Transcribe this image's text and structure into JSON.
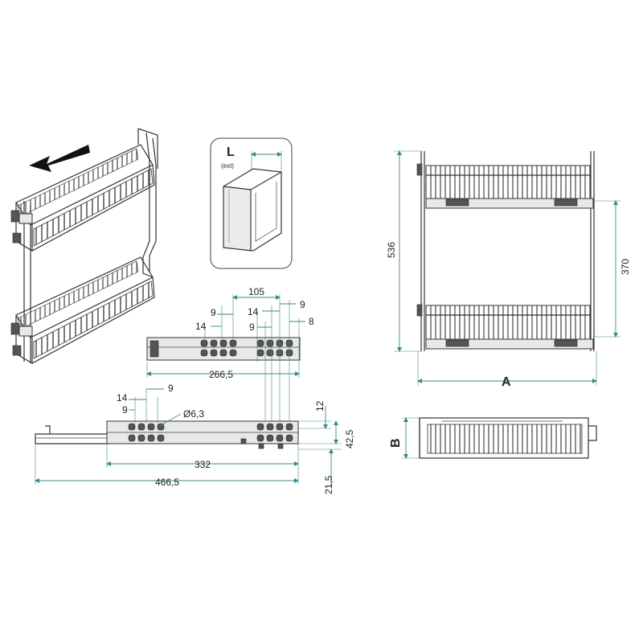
{
  "cabinet_inset": {
    "label": "L",
    "sublabel": "(ext)"
  },
  "slide_top": {
    "dims": {
      "d105": "105",
      "d9a": "9",
      "d14a": "14",
      "d9b": "9",
      "d14b": "14",
      "d9c": "9",
      "d8": "8",
      "d266": "266,5"
    }
  },
  "slide_bottom": {
    "dims": {
      "d14": "14",
      "d9a": "9",
      "d9b": "9",
      "hole": "Ø6,3",
      "d12": "12",
      "d42": "42,5",
      "d21": "21,5",
      "d332": "332",
      "d466": "466,5"
    }
  },
  "front_view": {
    "dims": {
      "height": "536",
      "inner": "370",
      "width": "A"
    }
  },
  "top_view": {
    "dims": {
      "depth": "B"
    }
  },
  "colors": {
    "dimension_line": "#3a8a8a",
    "part_line": "#333333"
  },
  "icons": {
    "arrow": "pull-out-arrow-icon"
  }
}
